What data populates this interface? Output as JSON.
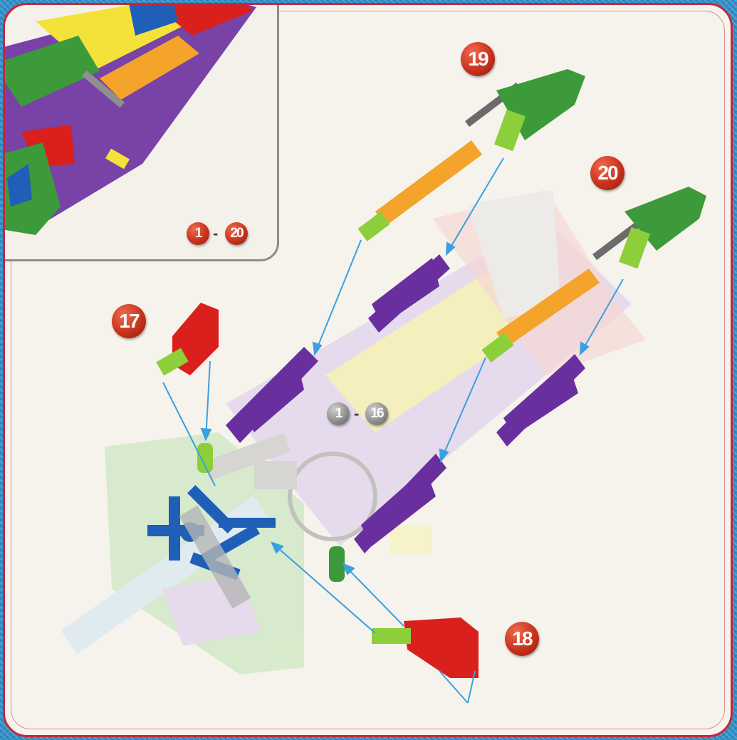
{
  "steps": {
    "s17": "17",
    "s18": "18",
    "s19": "19",
    "s20": "20"
  },
  "inset_range": {
    "from": "1",
    "dash": "-",
    "to": "20"
  },
  "base_range": {
    "from": "1",
    "dash": "-",
    "to": "16"
  },
  "colors": {
    "frame": "#c8263a",
    "arrow": "#3aa0e0",
    "green": "#3d9a3a",
    "lime": "#8ccf3a",
    "orange": "#f4a42a",
    "purple": "#6a2f9e",
    "red": "#d9201c",
    "blue": "#1f5fb8",
    "grey": "#8f8f8f"
  }
}
